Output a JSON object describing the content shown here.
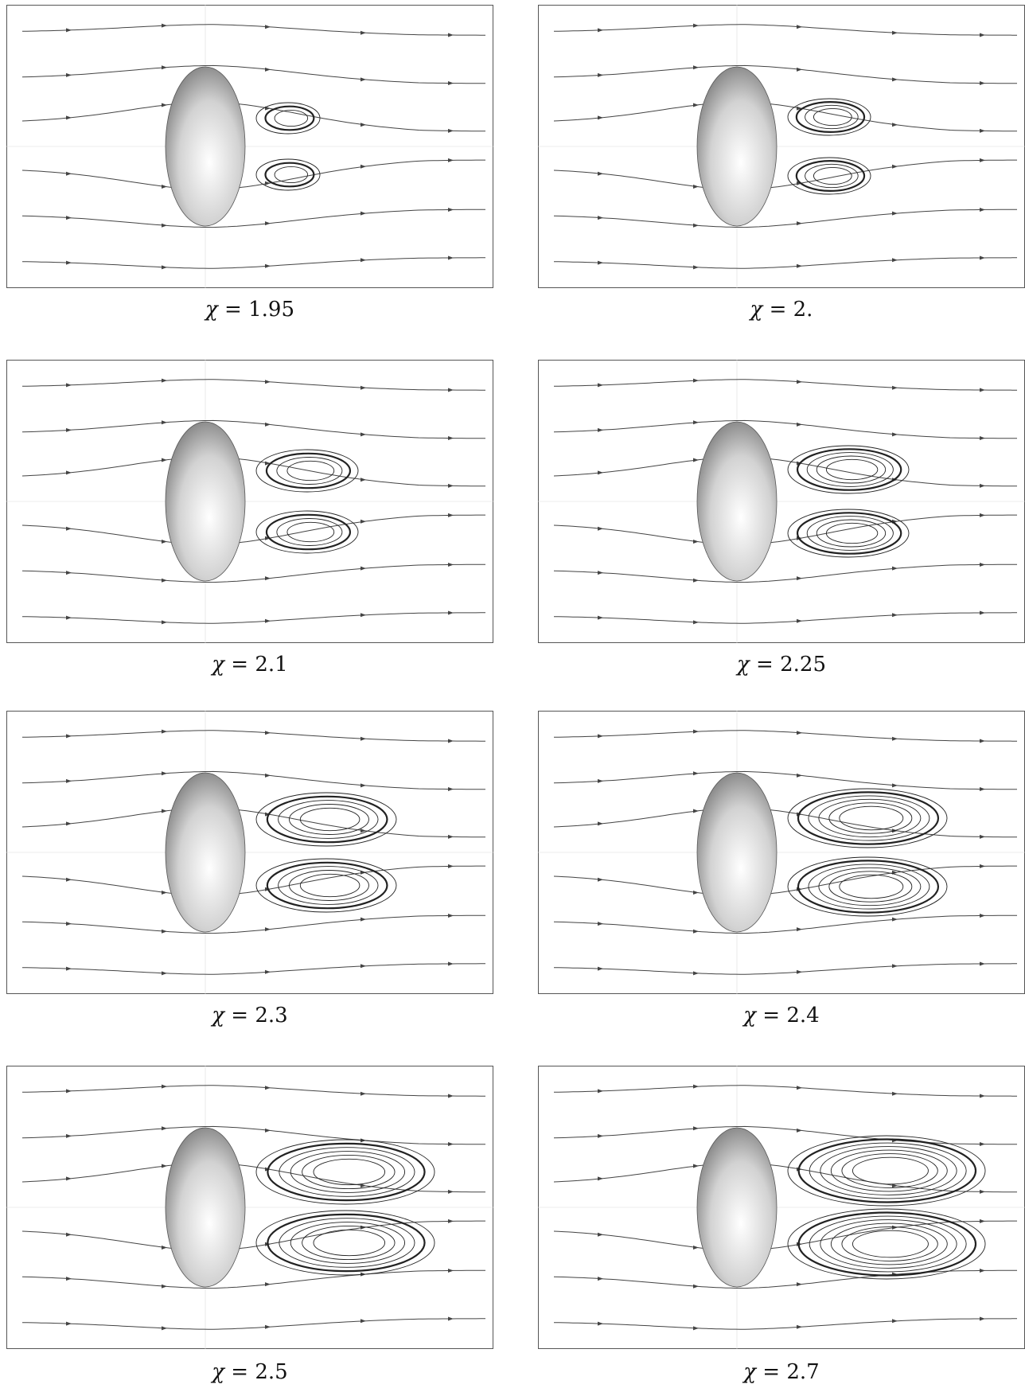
{
  "panels": [
    {
      "symbol": "χ",
      "eq": " = ",
      "value": "1.95",
      "vortex": 1
    },
    {
      "symbol": "χ",
      "eq": " = ",
      "value": "2.",
      "vortex": 2
    },
    {
      "symbol": "χ",
      "eq": " = ",
      "value": "2.1",
      "vortex": 3
    },
    {
      "symbol": "χ",
      "eq": " = ",
      "value": "2.25",
      "vortex": 4
    },
    {
      "symbol": "χ",
      "eq": " = ",
      "value": "2.3",
      "vortex": 5
    },
    {
      "symbol": "χ",
      "eq": " = ",
      "value": "2.4",
      "vortex": 6
    },
    {
      "symbol": "χ",
      "eq": " = ",
      "value": "2.5",
      "vortex": 7
    },
    {
      "symbol": "χ",
      "eq": " = ",
      "value": "2.7",
      "vortex": 8
    }
  ],
  "colors": {
    "frame": "#555555",
    "streamline": "#444444",
    "body_dark": "#6e6e6e",
    "body_light": "#ffffff"
  }
}
